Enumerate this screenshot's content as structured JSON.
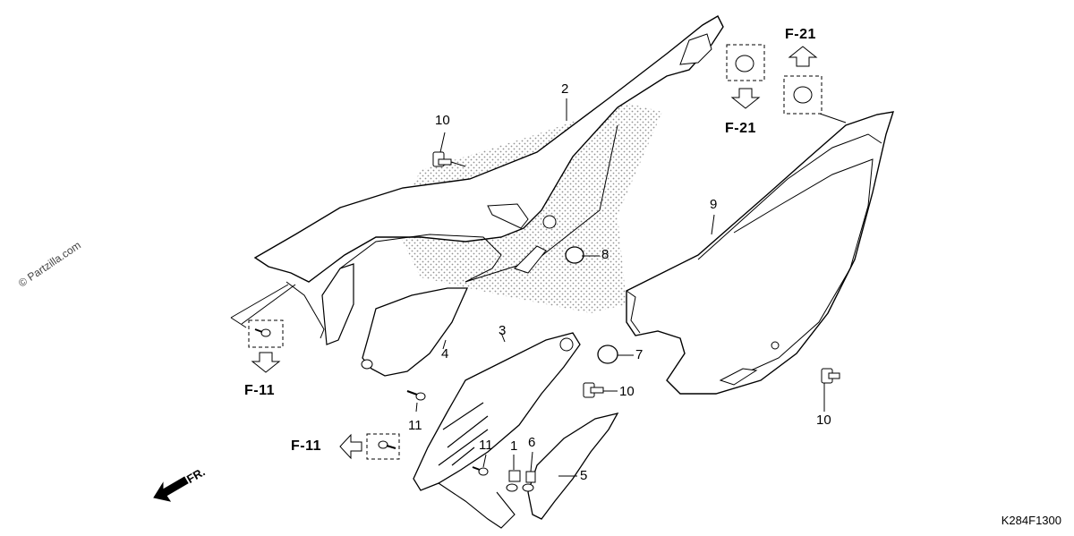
{
  "diagram": {
    "code": "K284F1300",
    "watermark": "© Partzilla.com",
    "front_label": "FR.",
    "refs": {
      "f21_top": "F-21",
      "f21_bottom": "F-21",
      "f11_left": "F-11",
      "f11_bottom": "F-11"
    },
    "callouts": {
      "c1": "1",
      "c2": "2",
      "c3": "3",
      "c4": "4",
      "c5": "5",
      "c6": "6",
      "c7": "7",
      "c8": "8",
      "c9": "9",
      "c10a": "10",
      "c10b": "10",
      "c10c": "10",
      "c11a": "11",
      "c11b": "11"
    }
  }
}
